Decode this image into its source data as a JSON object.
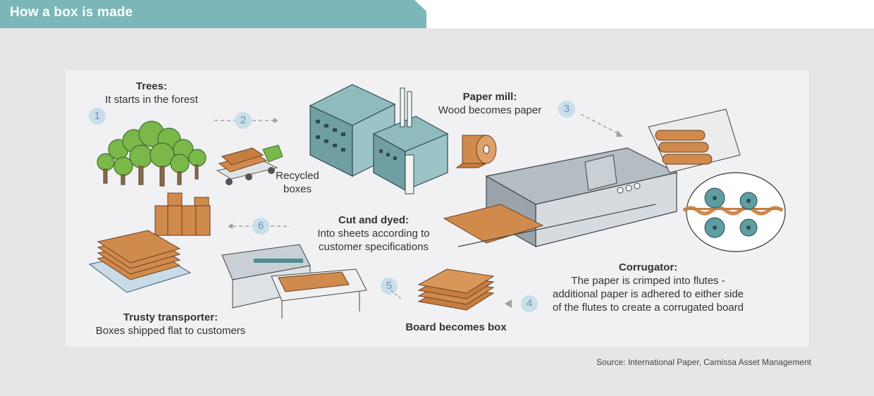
{
  "header": {
    "title": "How a box is made"
  },
  "steps": [
    {
      "number": "1",
      "heading": "Trees:",
      "text": "It starts in the forest"
    },
    {
      "number": "2",
      "heading": "",
      "text": "Recycled boxes"
    },
    {
      "number": "3",
      "heading": "Paper mill:",
      "text": "Wood becomes paper"
    },
    {
      "number": "4",
      "heading": "",
      "text": "Board becomes box"
    },
    {
      "number": "5",
      "heading": "Cut and dyed:",
      "text": "Into sheets according to customer specifications"
    },
    {
      "number": "6",
      "heading": "Trusty transporter:",
      "text": "Boxes shipped flat to customers"
    }
  ],
  "corrugator": {
    "heading": "Corrugator:",
    "text": "The paper is crimped into flutes - additional paper is adhered to either side of the flutes to create a corrugated board"
  },
  "source": "Source: International Paper, Camissa Asset Management",
  "colors": {
    "header": "#7bb7b9",
    "cardboard": "#d08a4c",
    "machine": "#b4bcc4",
    "building": "#6f9ea3",
    "tree": "#7ab84a",
    "number_badge": "#c9dfea"
  }
}
